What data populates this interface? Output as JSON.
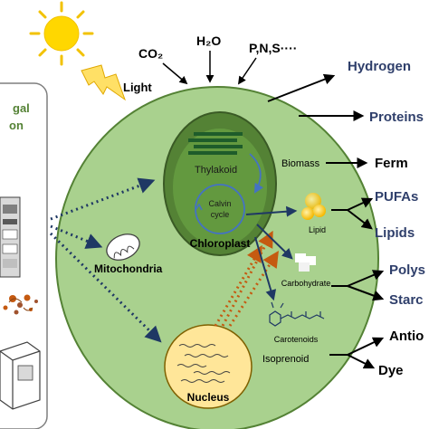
{
  "inputs": {
    "co2": "CO₂",
    "h2o": "H₂O",
    "pns": "P,N,S····",
    "light": "Light"
  },
  "left_panel": {
    "title_line1": "gal",
    "title_line2": "on"
  },
  "cell": {
    "thylakoid": "Thylakoid",
    "calvin_line1": "Calvin",
    "calvin_line2": "cycle",
    "chloroplast": "Chloroplast",
    "mitochondria": "Mitochondria",
    "nucleus": "Nucleus",
    "biomass": "Biomass",
    "lipid": "Lipid",
    "carbohydrate": "Carbohydrate",
    "carotenoids": "Carotenoids",
    "isoprenoid": "Isoprenoid"
  },
  "outputs": {
    "hydrogen": "Hydrogen",
    "proteins": "Proteins",
    "ferm": "Ferm",
    "pufas": "PUFAs",
    "lipids": "Lipids",
    "polys": "Polys",
    "starch": "Starc",
    "antio": "Antio",
    "dye": "Dye"
  },
  "colors": {
    "cell_fill": "#a9d18e",
    "cell_stroke": "#548235",
    "chloroplast_fill": "#548235",
    "nucleus_fill": "#ffe699",
    "output_text": "#2f3f6b",
    "arrow_dotted_blue": "#1f3864",
    "arrow_dotted_orange": "#c55a11"
  }
}
